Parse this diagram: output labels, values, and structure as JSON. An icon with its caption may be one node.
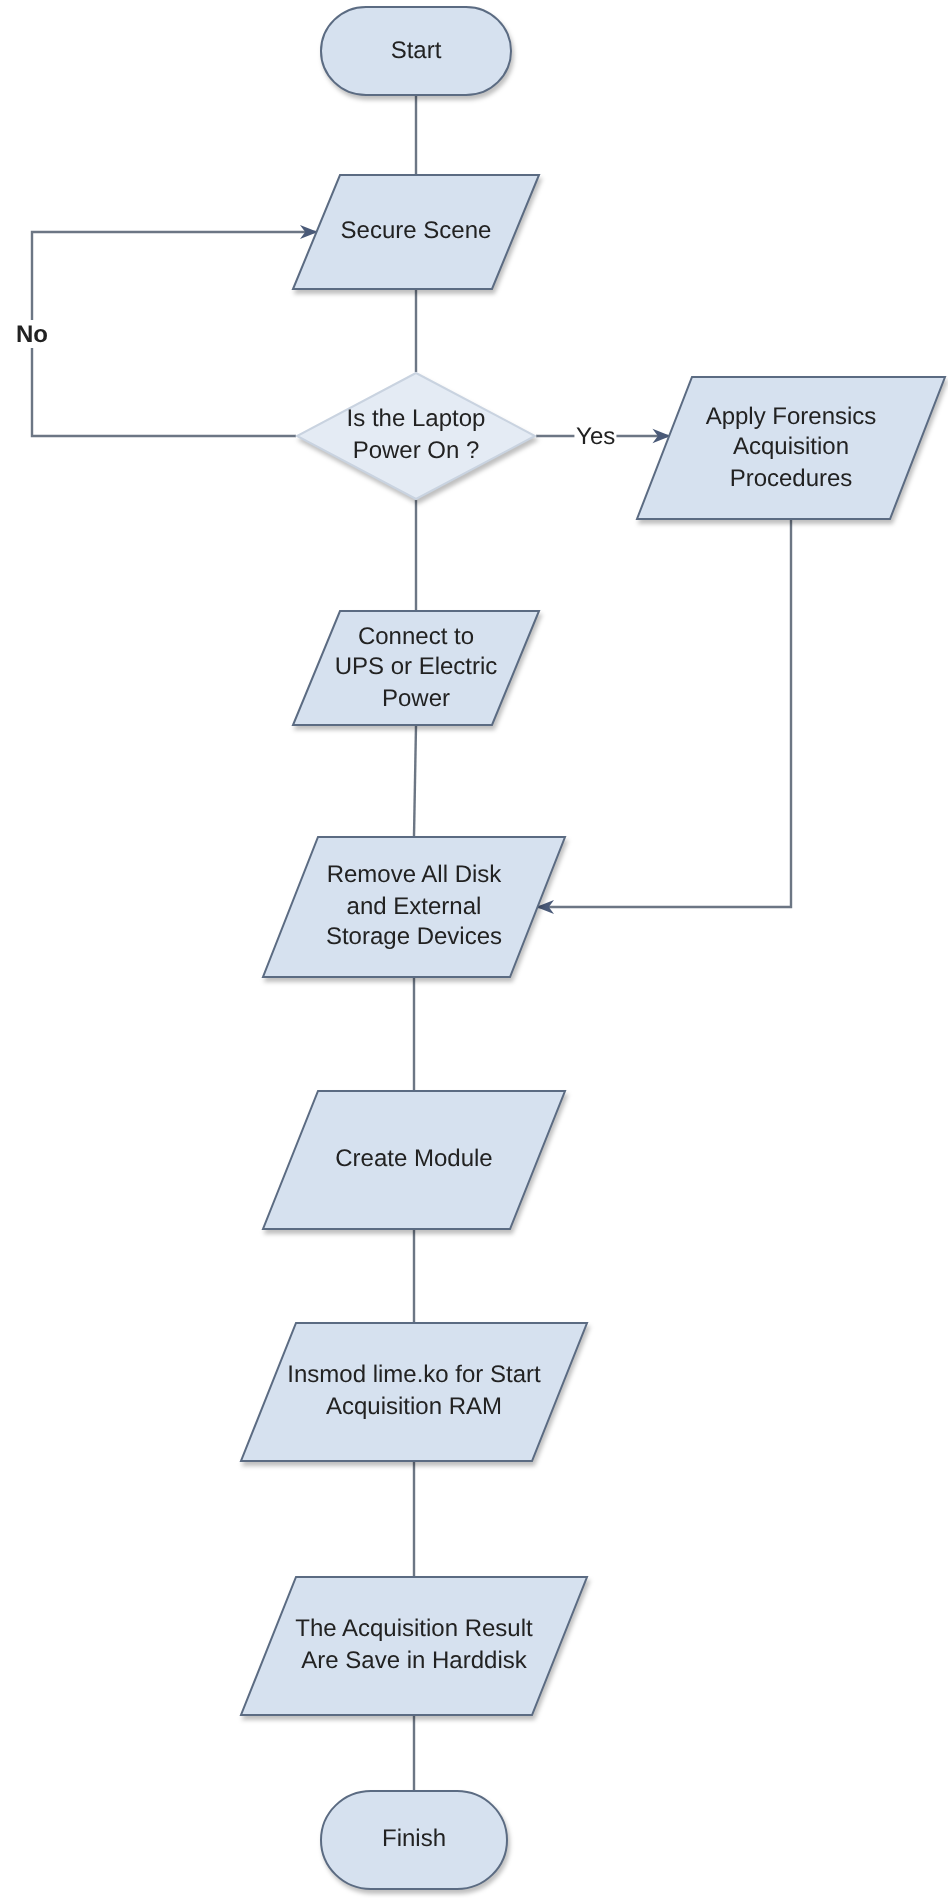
{
  "diagram": {
    "nodes": [
      {
        "text": [
          "Start"
        ]
      },
      {
        "text": [
          "Secure Scene"
        ]
      },
      {
        "text": [
          "Is the Laptop Power On ?"
        ]
      },
      {
        "text": [
          "Apply Forensics Acquisition Procedures"
        ]
      },
      {
        "text": [
          "Connect to UPS or Electric Power"
        ]
      },
      {
        "text": [
          "Remove All Disk and External Storage Devices"
        ]
      },
      {
        "text": [
          "Create Module"
        ]
      },
      {
        "text": [
          "Insmod lime.ko for Start Acquisition RAM"
        ]
      },
      {
        "text": [
          "The Acquisition Result Are Save in Harddisk"
        ]
      },
      {
        "text": [
          "Finish"
        ]
      }
    ],
    "edges": [
      {
        "from": 0,
        "to": 1,
        "arrow": "none"
      },
      {
        "from": 1,
        "to": 2,
        "arrow": "none"
      },
      {
        "from": 2,
        "to": 1,
        "arrow": "to",
        "label": "No"
      },
      {
        "from": 2,
        "to": 3,
        "arrow": "to",
        "label": "Yes"
      },
      {
        "from": 2,
        "to": 4,
        "arrow": "none"
      },
      {
        "from": 4,
        "to": 5,
        "arrow": "none"
      },
      {
        "from": 3,
        "to": 5,
        "arrow": "to"
      },
      {
        "from": 5,
        "to": 6,
        "arrow": "none"
      },
      {
        "from": 6,
        "to": 7,
        "arrow": "none"
      },
      {
        "from": 7,
        "to": 8,
        "arrow": "none"
      },
      {
        "from": 8,
        "to": 9,
        "arrow": "none"
      }
    ]
  }
}
